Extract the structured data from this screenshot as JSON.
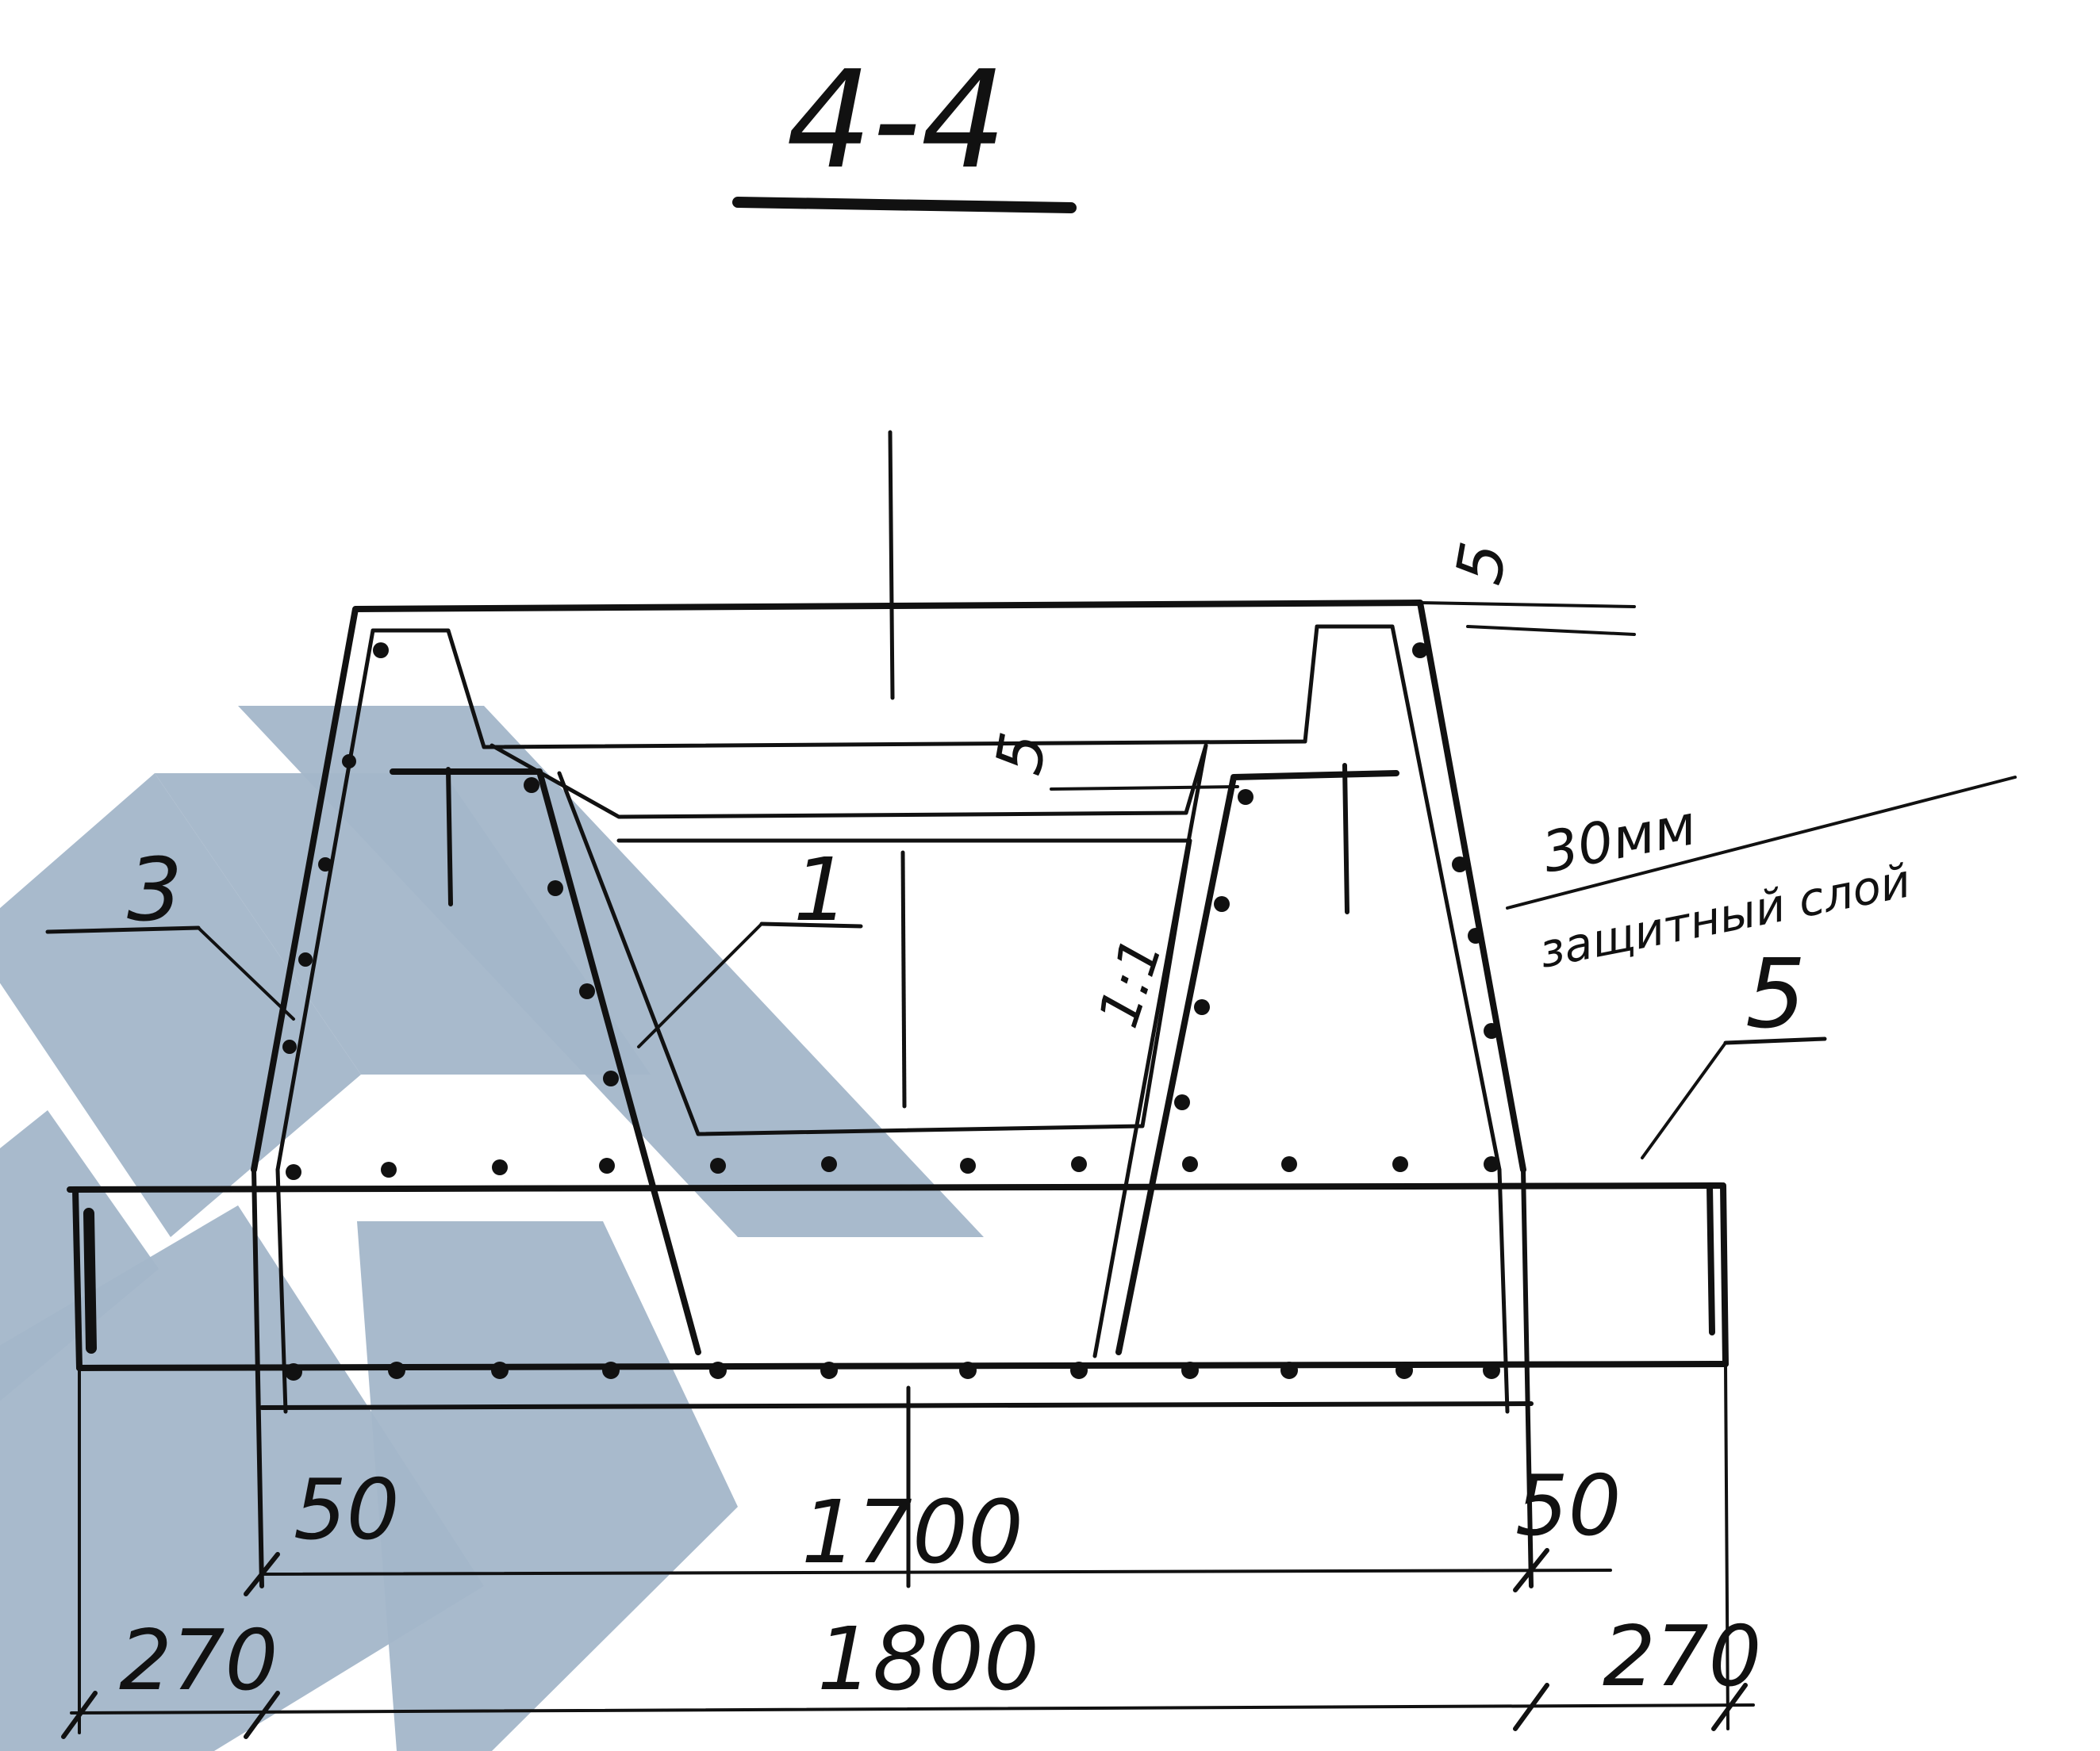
{
  "title": "4-4",
  "colors": {
    "ink": "#111111",
    "watermark": "#a3b6c9",
    "background": "#ffffff"
  },
  "callouts": {
    "c1": "1",
    "c3": "3",
    "c5": "5"
  },
  "annotations": {
    "cover_thickness": "30мм",
    "cover_label": "защитный слой",
    "slope": "1:1",
    "dim_5_top": "5",
    "dim_5_mid": "5"
  },
  "dimensions": {
    "d50_left": "50",
    "d1700": "1700",
    "d50_right": "50",
    "d270_left": "270",
    "d1800": "1800",
    "d270_right": "270"
  }
}
